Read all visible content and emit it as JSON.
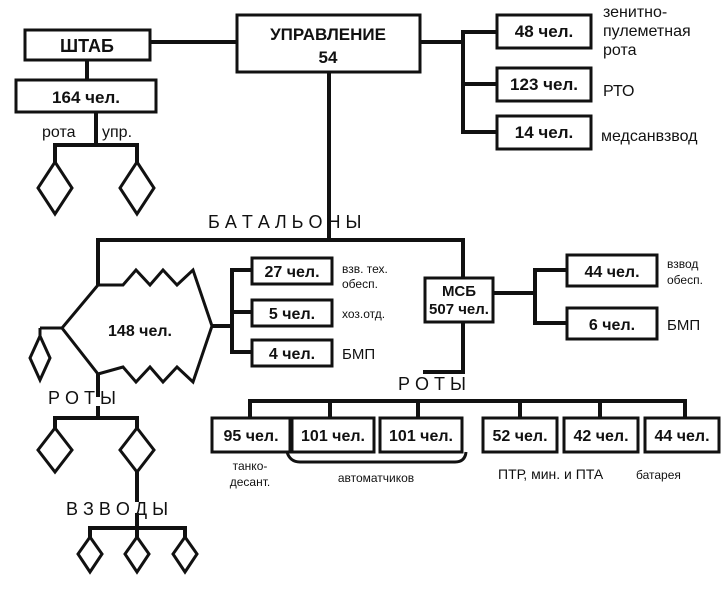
{
  "upravlenie": {
    "label": "УПРАВЛЕНИЕ",
    "count": "54"
  },
  "shtab": {
    "label": "ШТАБ",
    "count": "164 чел.",
    "left": "рота",
    "right": "упр."
  },
  "command_units": [
    {
      "count": "48 чел.",
      "line1": "зенитно-",
      "line2": "пулеметная",
      "line3": "рота"
    },
    {
      "count": "123 чел.",
      "line1": "РТО"
    },
    {
      "count": "14 чел.",
      "line1": "медсанвзвод"
    }
  ],
  "battalions": {
    "heading": "Б А Т А Л Ь О Н Ы",
    "count": "148 чел.",
    "units": [
      {
        "count": "27 чел.",
        "line1": "взв. тех.",
        "line2": "обесп."
      },
      {
        "count": "5 чел.",
        "line1": "хоз.отд."
      },
      {
        "count": "4 чел.",
        "line1": "БМП"
      }
    ],
    "companies_heading": "Р О Т Ы",
    "platoons_heading": "В З В О Д Ы"
  },
  "msb": {
    "label": "МСБ",
    "count": "507 чел.",
    "units": [
      {
        "count": "44 чел.",
        "line1": "взвод",
        "line2": "обесп."
      },
      {
        "count": "6 чел.",
        "line1": "БМП"
      }
    ]
  },
  "companies": {
    "heading": "Р О Т Ы",
    "items": [
      "95 чел.",
      "101 чел.",
      "101 чел.",
      "52 чел.",
      "42 чел.",
      "44 чел."
    ],
    "tank_label_1": "танко-",
    "tank_label_2": "десант.",
    "automatic_label": "автоматчиков",
    "ptr_label": "ПТР, мин. и ПТА",
    "battery_label": "батарея"
  }
}
